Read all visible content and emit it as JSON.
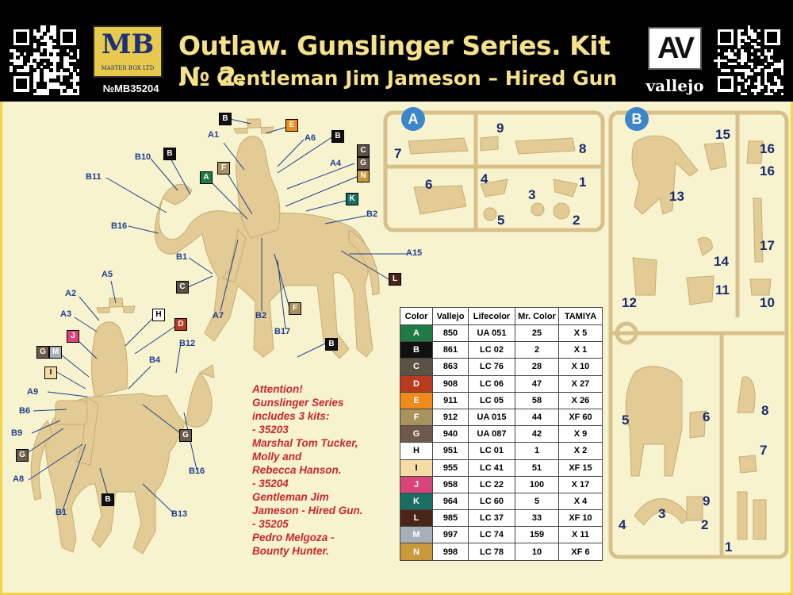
{
  "header": {
    "title_line1": "Outlaw. Gunslinger Series. Kit № 2.",
    "title_line2": "Gentleman Jim Jameson – Hired Gun",
    "kit_number": "№MB35204",
    "mb_logo_letters": "MB",
    "mb_logo_sub": "MASTER BOX LTD",
    "av_logo": "AV",
    "vallejo": "vallejo"
  },
  "colors": {
    "header_bg": "#000000",
    "title": "#f5e18a",
    "background": "#f7f3cf",
    "frame": "#f2d54a",
    "label_blue": "#1e3f8f",
    "attention_red": "#c8262c",
    "figure_tan": "#e2cb94",
    "sprue_tag": "#3c86c9"
  },
  "icons": [
    "qr-code-left-icon",
    "qr-code-right-icon",
    "master-box-logo",
    "vallejo-av-logo"
  ],
  "callouts": {
    "rider1": [
      {
        "text": "B",
        "kind": "box",
        "swatch": "B"
      },
      {
        "text": "A1",
        "kind": "label"
      },
      {
        "text": "E",
        "kind": "box",
        "swatch": "E"
      },
      {
        "text": "A6",
        "kind": "label"
      },
      {
        "text": "B",
        "kind": "box",
        "swatch": "B"
      },
      {
        "text": "C",
        "kind": "box",
        "swatch": "C"
      },
      {
        "text": "G",
        "kind": "box",
        "swatch": "G"
      },
      {
        "text": "N",
        "kind": "box",
        "swatch": "N"
      },
      {
        "text": "A4",
        "kind": "label"
      },
      {
        "text": "B10",
        "kind": "label"
      },
      {
        "text": "B",
        "kind": "box",
        "swatch": "B"
      },
      {
        "text": "A",
        "kind": "box",
        "swatch": "A"
      },
      {
        "text": "F",
        "kind": "box",
        "swatch": "F"
      },
      {
        "text": "K",
        "kind": "box",
        "swatch": "K"
      },
      {
        "text": "B11",
        "kind": "label"
      },
      {
        "text": "B2",
        "kind": "label"
      },
      {
        "text": "B16",
        "kind": "label"
      },
      {
        "text": "A15",
        "kind": "label"
      },
      {
        "text": "B1",
        "kind": "label"
      },
      {
        "text": "L",
        "kind": "box",
        "swatch": "L"
      },
      {
        "text": "C",
        "kind": "box",
        "swatch": "C"
      },
      {
        "text": "F",
        "kind": "box",
        "swatch": "F"
      },
      {
        "text": "A7",
        "kind": "label"
      },
      {
        "text": "B2",
        "kind": "label"
      },
      {
        "text": "B17",
        "kind": "label"
      },
      {
        "text": "B",
        "kind": "box",
        "swatch": "B"
      }
    ],
    "rider2": [
      {
        "text": "A5",
        "kind": "label"
      },
      {
        "text": "A2",
        "kind": "label"
      },
      {
        "text": "A3",
        "kind": "label"
      },
      {
        "text": "H",
        "kind": "box",
        "swatch": "H"
      },
      {
        "text": "D",
        "kind": "box",
        "swatch": "D"
      },
      {
        "text": "J",
        "kind": "box",
        "swatch": "J"
      },
      {
        "text": "B12",
        "kind": "label"
      },
      {
        "text": "G",
        "kind": "box",
        "swatch": "G"
      },
      {
        "text": "M",
        "kind": "box",
        "swatch": "M"
      },
      {
        "text": "I",
        "kind": "box",
        "swatch": "I"
      },
      {
        "text": "B4",
        "kind": "label"
      },
      {
        "text": "A9",
        "kind": "label"
      },
      {
        "text": "B6",
        "kind": "label"
      },
      {
        "text": "B9",
        "kind": "label"
      },
      {
        "text": "G",
        "kind": "box",
        "swatch": "G"
      },
      {
        "text": "G",
        "kind": "box",
        "swatch": "G"
      },
      {
        "text": "A8",
        "kind": "label"
      },
      {
        "text": "B16",
        "kind": "label"
      },
      {
        "text": "B",
        "kind": "box",
        "swatch": "B"
      },
      {
        "text": "B1",
        "kind": "label"
      },
      {
        "text": "B13",
        "kind": "label"
      }
    ]
  },
  "sprue_a": {
    "tag": "A",
    "parts": [
      "9",
      "7",
      "8",
      "6",
      "4",
      "3",
      "1",
      "5",
      "2"
    ]
  },
  "sprue_b": {
    "tag": "B",
    "parts": [
      "15",
      "16",
      "16",
      "13",
      "17",
      "14",
      "12",
      "11",
      "10",
      "5",
      "6",
      "8",
      "7",
      "9",
      "3",
      "2",
      "4",
      "1"
    ]
  },
  "attention": [
    "Attention!",
    "Gunslinger Series",
    "includes 3 kits:",
    "- 35203",
    "Marshal Tom Tucker,",
    "Molly and",
    "Rebecca Hanson.",
    "- 35204",
    "Gentleman Jim",
    "Jameson - Hired Gun.",
    "- 35205",
    "Pedro Melgoza -",
    "Bounty Hunter."
  ],
  "color_table": {
    "headers": [
      "Color",
      "Vallejo",
      "Lifecolor",
      "Mr. Color",
      "TAMIYA"
    ],
    "rows": [
      {
        "code": "A",
        "swatch": "#1f7a46",
        "text_color": "#ffffff",
        "vallejo": "850",
        "lifecolor": "UA 051",
        "mr_color": "25",
        "tamiya": "X 5"
      },
      {
        "code": "B",
        "swatch": "#111111",
        "text_color": "#ffffff",
        "vallejo": "861",
        "lifecolor": "LC 02",
        "mr_color": "2",
        "tamiya": "X 1"
      },
      {
        "code": "C",
        "swatch": "#5b5246",
        "text_color": "#ffffff",
        "vallejo": "863",
        "lifecolor": "LC 76",
        "mr_color": "28",
        "tamiya": "X 10"
      },
      {
        "code": "D",
        "swatch": "#b83a1f",
        "text_color": "#ffffff",
        "vallejo": "908",
        "lifecolor": "LC 06",
        "mr_color": "47",
        "tamiya": "X 27"
      },
      {
        "code": "E",
        "swatch": "#f08a1a",
        "text_color": "#ffffff",
        "vallejo": "911",
        "lifecolor": "LC 05",
        "mr_color": "58",
        "tamiya": "X 26"
      },
      {
        "code": "F",
        "swatch": "#a8925e",
        "text_color": "#ffffff",
        "vallejo": "912",
        "lifecolor": "UA 015",
        "mr_color": "44",
        "tamiya": "XF 60"
      },
      {
        "code": "G",
        "swatch": "#6e5a4b",
        "text_color": "#ffffff",
        "vallejo": "940",
        "lifecolor": "UA 087",
        "mr_color": "42",
        "tamiya": "X 9"
      },
      {
        "code": "H",
        "swatch": "#ffffff",
        "text_color": "#000000",
        "vallejo": "951",
        "lifecolor": "LC 01",
        "mr_color": "1",
        "tamiya": "X 2"
      },
      {
        "code": "I",
        "swatch": "#f5dca6",
        "text_color": "#000000",
        "vallejo": "955",
        "lifecolor": "LC 41",
        "mr_color": "51",
        "tamiya": "XF 15"
      },
      {
        "code": "J",
        "swatch": "#d9447a",
        "text_color": "#ffffff",
        "vallejo": "958",
        "lifecolor": "LC 22",
        "mr_color": "100",
        "tamiya": "X 17"
      },
      {
        "code": "K",
        "swatch": "#1b6e64",
        "text_color": "#ffffff",
        "vallejo": "964",
        "lifecolor": "LC 60",
        "mr_color": "5",
        "tamiya": "X 4"
      },
      {
        "code": "L",
        "swatch": "#4a2618",
        "text_color": "#ffffff",
        "vallejo": "985",
        "lifecolor": "LC 37",
        "mr_color": "33",
        "tamiya": "XF 10"
      },
      {
        "code": "M",
        "swatch": "#a7b0b8",
        "text_color": "#ffffff",
        "vallejo": "997",
        "lifecolor": "LC 74",
        "mr_color": "159",
        "tamiya": "X 11"
      },
      {
        "code": "N",
        "swatch": "#c99a3b",
        "text_color": "#ffffff",
        "vallejo": "998",
        "lifecolor": "LC 78",
        "mr_color": "10",
        "tamiya": "XF 6"
      }
    ]
  }
}
